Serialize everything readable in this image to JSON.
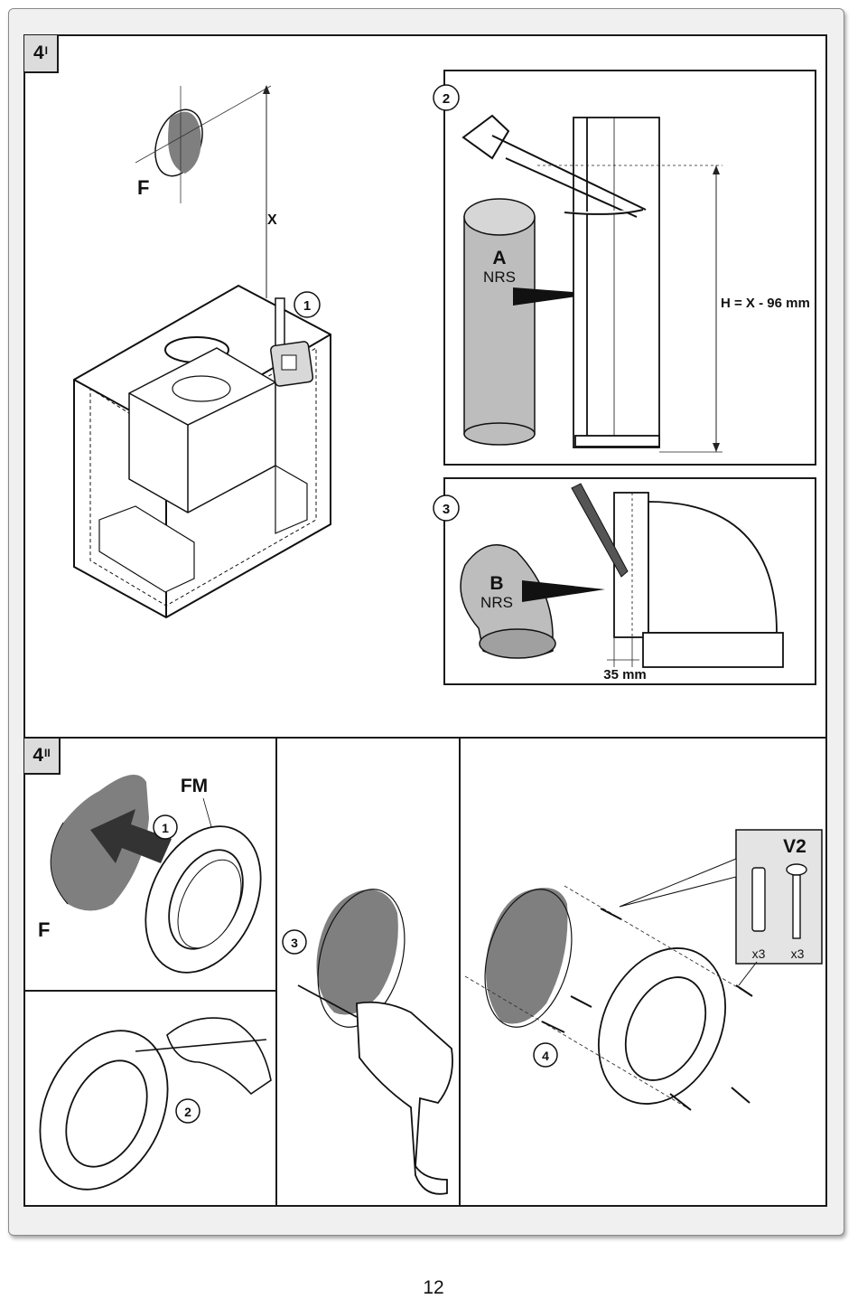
{
  "page": {
    "number": "12"
  },
  "section_top": {
    "label_main": "4",
    "label_sup": "I",
    "panel_1": {
      "step": "1",
      "label_f": "F",
      "label_x": "X"
    },
    "panel_2": {
      "step": "2",
      "label_a": "A",
      "label_nrs": "NRS",
      "formula": "H = X - 96 mm"
    },
    "panel_3": {
      "step": "3",
      "label_b": "B",
      "label_nrs": "NRS",
      "measure": "35 mm"
    }
  },
  "section_bottom": {
    "label_main": "4",
    "label_sup": "II",
    "panel_a": {
      "step": "1",
      "label_fm": "FM",
      "label_f": "F"
    },
    "panel_b": {
      "step": "2"
    },
    "panel_c": {
      "step": "3"
    },
    "panel_d": {
      "step": "4",
      "kit_label": "V2",
      "qty_left": "x3",
      "qty_right": "x3"
    }
  },
  "colors": {
    "hole_grey": "#7f7f7f",
    "duct_grey": "#bdbdbd",
    "label_bg": "#dcdcdc",
    "line": "#1a1a1a"
  }
}
